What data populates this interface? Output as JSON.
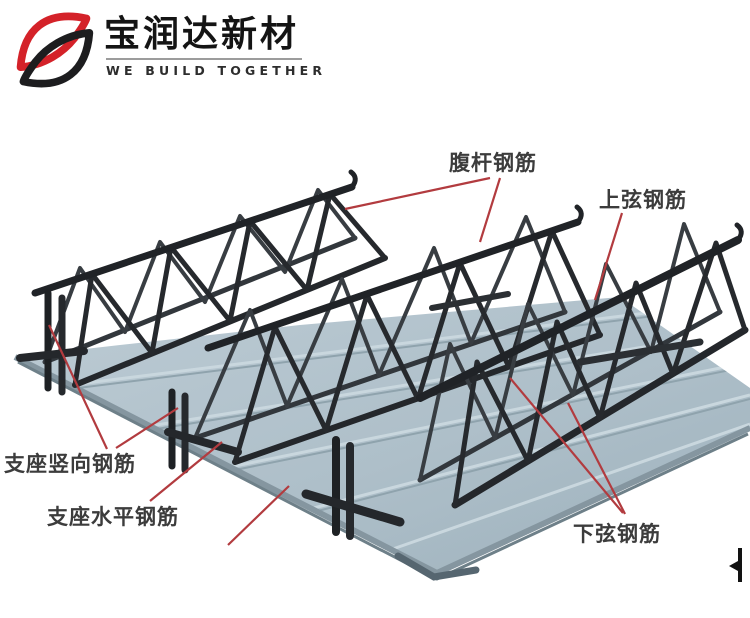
{
  "brand": {
    "company_name": "宝润达新材",
    "tagline": "WE BUILD TOGETHER",
    "logo_icon": "dual-leaf-logo-icon",
    "logo_red": "#d42229",
    "logo_black": "#1d1d1f"
  },
  "figure": {
    "description": "Steel bar truss floor deck product photo with annotated rebar parts",
    "deck_color": "#aebfc9",
    "rebar_color": "#26292d",
    "leader_line_color": "#b23b3f",
    "labels": [
      {
        "id": "web-bar",
        "text": "腹杆钢筋"
      },
      {
        "id": "top-chord",
        "text": "上弦钢筋"
      },
      {
        "id": "support-vertical",
        "text": "支座竖向钢筋"
      },
      {
        "id": "support-horizontal",
        "text": "支座水平钢筋"
      },
      {
        "id": "bottom-chord",
        "text": "下弦钢筋"
      }
    ],
    "cursor_mark": "i-beam-cursor-icon"
  }
}
